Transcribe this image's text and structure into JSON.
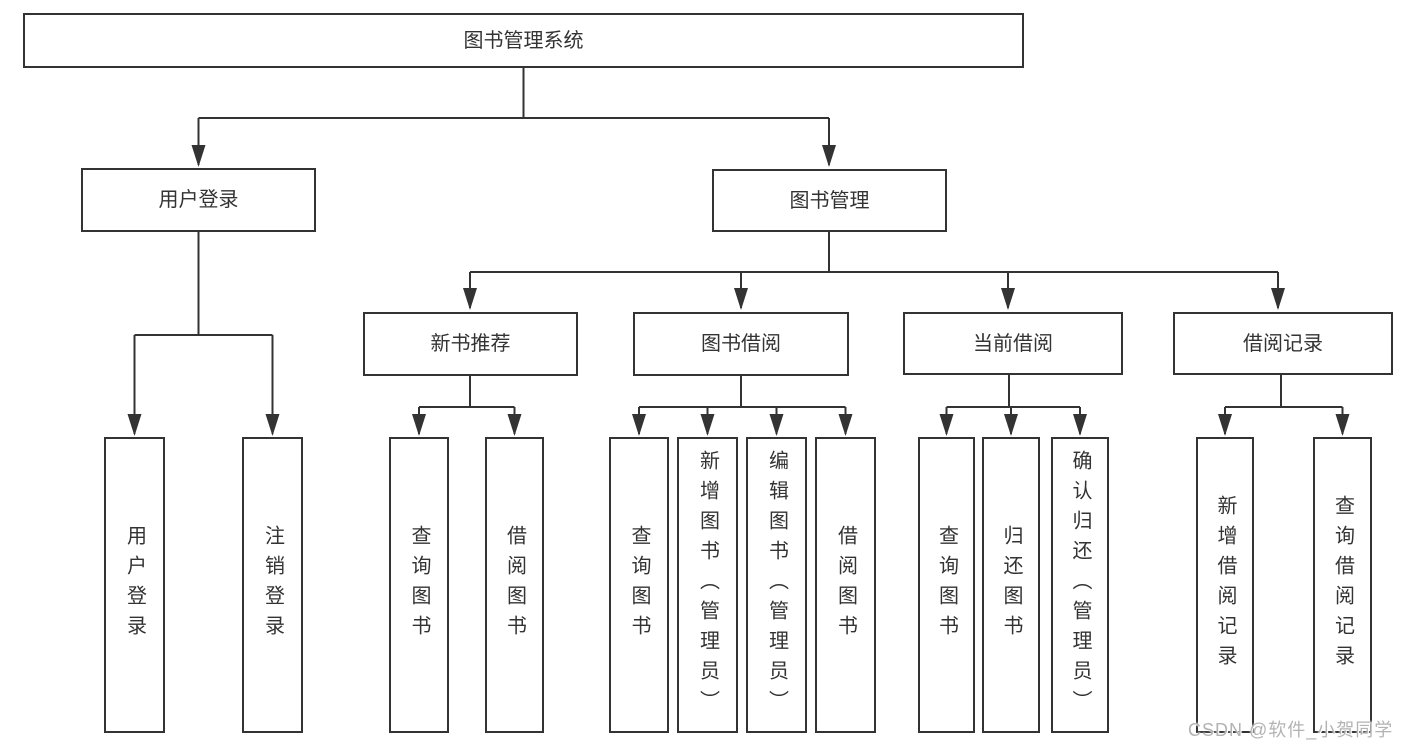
{
  "tree": {
    "root": {
      "label": "图书管理系统",
      "children": [
        {
          "label": "用户登录",
          "children": [
            {
              "label": "用户登录"
            },
            {
              "label": "注销登录"
            }
          ]
        },
        {
          "label": "图书管理",
          "children": [
            {
              "label": "新书推荐",
              "children": [
                {
                  "label": "查询图书"
                },
                {
                  "label": "借阅图书"
                }
              ]
            },
            {
              "label": "图书借阅",
              "children": [
                {
                  "label": "查询图书"
                },
                {
                  "label": "新增图书（管理员）"
                },
                {
                  "label": "编辑图书（管理员）"
                },
                {
                  "label": "借阅图书"
                }
              ]
            },
            {
              "label": "当前借阅",
              "children": [
                {
                  "label": "查询图书"
                },
                {
                  "label": "归还图书"
                },
                {
                  "label": "确认归还（管理员）"
                }
              ]
            },
            {
              "label": "借阅记录",
              "children": [
                {
                  "label": "新增借阅记录"
                },
                {
                  "label": "查询借阅记录"
                }
              ]
            }
          ]
        }
      ]
    }
  },
  "watermark": {
    "text": "CSDN @软件_小贺同学"
  },
  "colors": {
    "line": "#333333",
    "text": "#333333",
    "node-bg": "#ffffff",
    "background": "#ffffff",
    "watermark": "#b3b3b3"
  }
}
